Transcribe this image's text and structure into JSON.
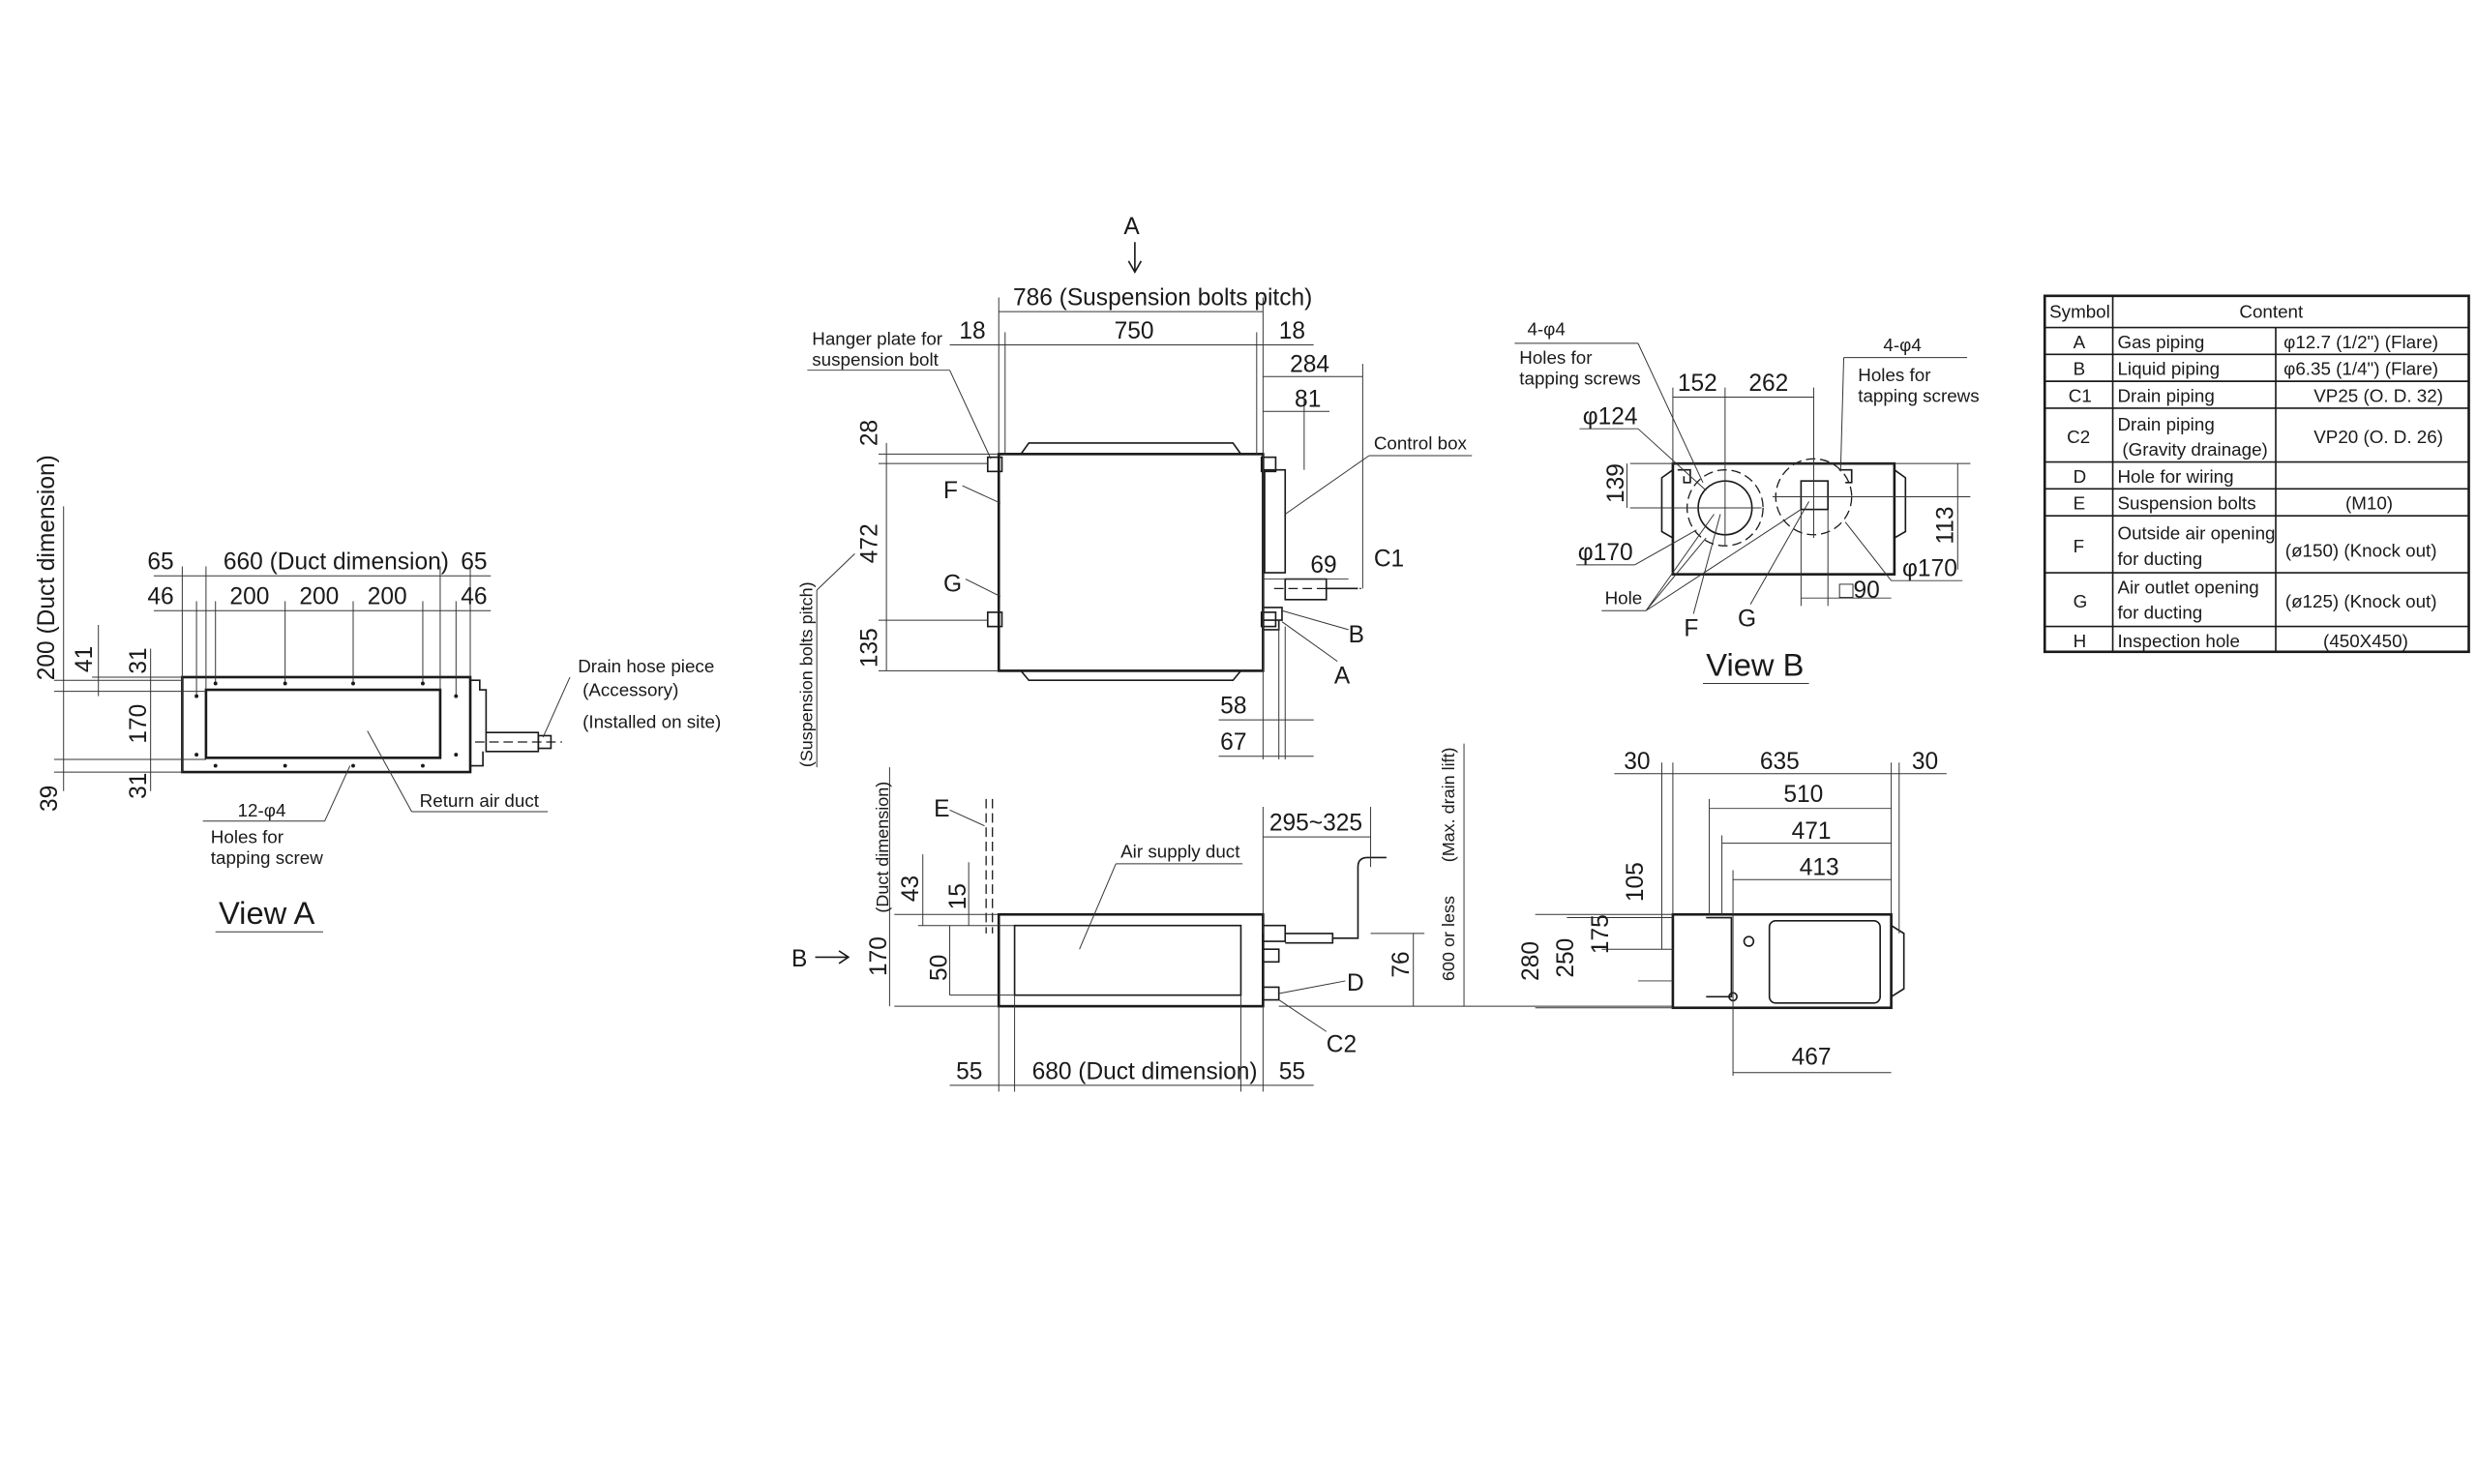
{
  "view_a": {
    "dim_65_left": "65",
    "dim_660": "660 (Duct dimension)",
    "dim_65_right": "65",
    "dim_46_left": "46",
    "dim_200_1": "200",
    "dim_200_2": "200",
    "dim_200_3": "200",
    "dim_46_right": "46",
    "dim_200_duct": "200 (Duct dimension)",
    "dim_41": "41",
    "dim_31_top": "31",
    "dim_170": "170",
    "dim_31_bottom": "31",
    "dim_39": "39",
    "holes_count": "12-φ4",
    "holes_line1": "Holes for",
    "holes_line2": "tapping screw",
    "return_air_duct": "Return air duct",
    "drain_line1": "Drain hose piece",
    "drain_line2": "(Accessory)",
    "drain_line3": "(Installed on site)",
    "title": "View A"
  },
  "top_view": {
    "arrow_label": "A",
    "dim_786": "786 (Suspension bolts pitch)",
    "dim_18_left": "18",
    "dim_750": "750",
    "dim_18_right": "18",
    "dim_284": "284",
    "dim_81": "81",
    "hanger_line1": "Hanger plate for",
    "hanger_line2": "suspension bolt",
    "control_box": "Control box",
    "dim_28": "28",
    "dim_472": "472",
    "dim_135": "135",
    "pitch_label": "(Suspension bolts pitch)",
    "label_f": "F",
    "label_g": "G",
    "dim_69": "69",
    "label_c1": "C1",
    "label_b": "B",
    "label_a": "A",
    "dim_58": "58",
    "dim_67": "67"
  },
  "view_b": {
    "left_holes_count": "4-φ4",
    "left_holes_line1": "Holes for",
    "left_holes_line2": "tapping screws",
    "dim_152": "152",
    "dim_262": "262",
    "right_holes_count": "4-φ4",
    "right_holes_line1": "Holes for",
    "right_holes_line2": "tapping screws",
    "dia_124": "φ124",
    "dim_139": "139",
    "dim_113": "113",
    "dia_170_left": "φ170",
    "dia_170_right": "φ170",
    "hole": "Hole",
    "label_f": "F",
    "label_g": "G",
    "sq_90": "□90",
    "title": "View B"
  },
  "front_view": {
    "label_e": "E",
    "dim_295": "295~325",
    "air_supply_duct": "Air supply duct",
    "duct_dim": "(Duct dimension)",
    "dim_43": "43",
    "dim_15": "15",
    "dim_170": "170",
    "dim_50": "50",
    "arrow_b": "B",
    "dim_76": "76",
    "dim_600": "600 or less",
    "max_drain": "(Max. drain lift)",
    "label_d": "D",
    "label_c2": "C2",
    "dim_55_left": "55",
    "dim_680": "680 (Duct dimension)",
    "dim_55_right": "55"
  },
  "side_view": {
    "dim_30_left": "30",
    "dim_635": "635",
    "dim_30_right": "30",
    "dim_510": "510",
    "dim_471": "471",
    "dim_413": "413",
    "dim_105": "105",
    "dim_175": "175",
    "dim_250": "250",
    "dim_280": "280",
    "dim_467": "467"
  },
  "legend_table": {
    "header_symbol": "Symbol",
    "header_content": "Content",
    "rows": [
      {
        "symbol": "A",
        "name": "Gas piping",
        "spec": "φ12.7 (1/2\") (Flare)"
      },
      {
        "symbol": "B",
        "name": "Liquid piping",
        "spec": "φ6.35 (1/4\") (Flare)"
      },
      {
        "symbol": "C1",
        "name": "Drain piping",
        "spec": "VP25 (O. D. 32)"
      },
      {
        "symbol": "C2",
        "name": "Drain piping",
        "name2": "(Gravity drainage)",
        "spec": "VP20 (O. D. 26)"
      },
      {
        "symbol": "D",
        "name": "Hole for wiring",
        "spec": ""
      },
      {
        "symbol": "E",
        "name": "Suspension bolts",
        "spec": "(M10)"
      },
      {
        "symbol": "F",
        "name": "Outside air opening",
        "name2": "for ducting",
        "spec": "(ø150) (Knock out)"
      },
      {
        "symbol": "G",
        "name": "Air outlet opening",
        "name2": "for ducting",
        "spec": "(ø125) (Knock out)"
      },
      {
        "symbol": "H",
        "name": "Inspection hole",
        "spec": "(450X450)"
      }
    ]
  }
}
